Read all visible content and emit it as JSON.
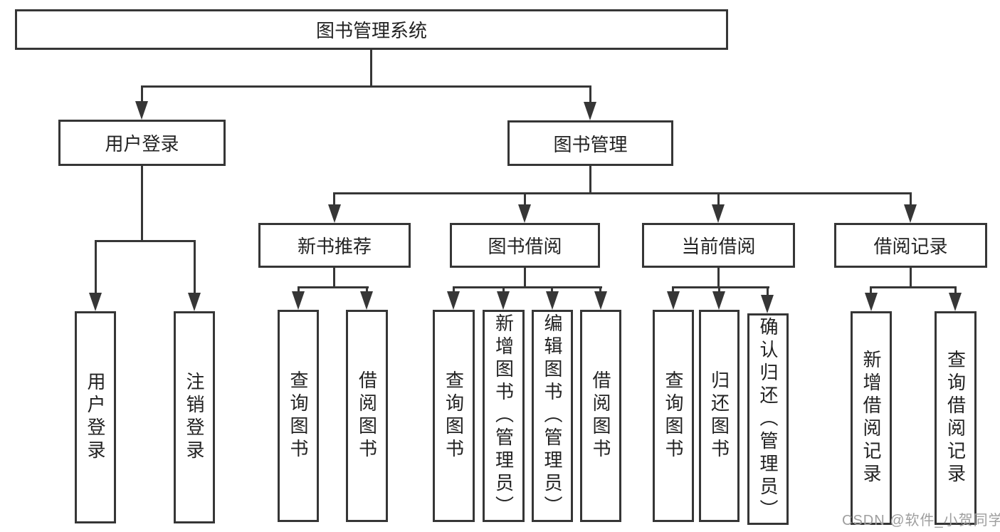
{
  "colors": {
    "line": "#363636",
    "text": "#222222",
    "watermark": "#9e9e9e",
    "background": "#ffffff"
  },
  "watermark": {
    "text": "CSDN @软件_小贺同学"
  },
  "tree": {
    "root": {
      "label": "图书管理系统"
    },
    "branches": [
      {
        "label": "用户登录",
        "children": [
          {
            "label": "用户登录"
          },
          {
            "label": "注销登录"
          }
        ]
      },
      {
        "label": "图书管理",
        "children": [
          {
            "label": "新书推荐",
            "children": [
              {
                "label": "查询图书"
              },
              {
                "label": "借阅图书"
              }
            ]
          },
          {
            "label": "图书借阅",
            "children": [
              {
                "label": "查询图书"
              },
              {
                "label": "新增图书（管理员）"
              },
              {
                "label": "编辑图书（管理员）"
              },
              {
                "label": "借阅图书"
              }
            ]
          },
          {
            "label": "当前借阅",
            "children": [
              {
                "label": "查询图书"
              },
              {
                "label": "归还图书"
              },
              {
                "label": "确认归还（管理员）"
              }
            ]
          },
          {
            "label": "借阅记录",
            "children": [
              {
                "label": "新增借阅记录"
              },
              {
                "label": "查询借阅记录"
              }
            ]
          }
        ]
      }
    ]
  }
}
